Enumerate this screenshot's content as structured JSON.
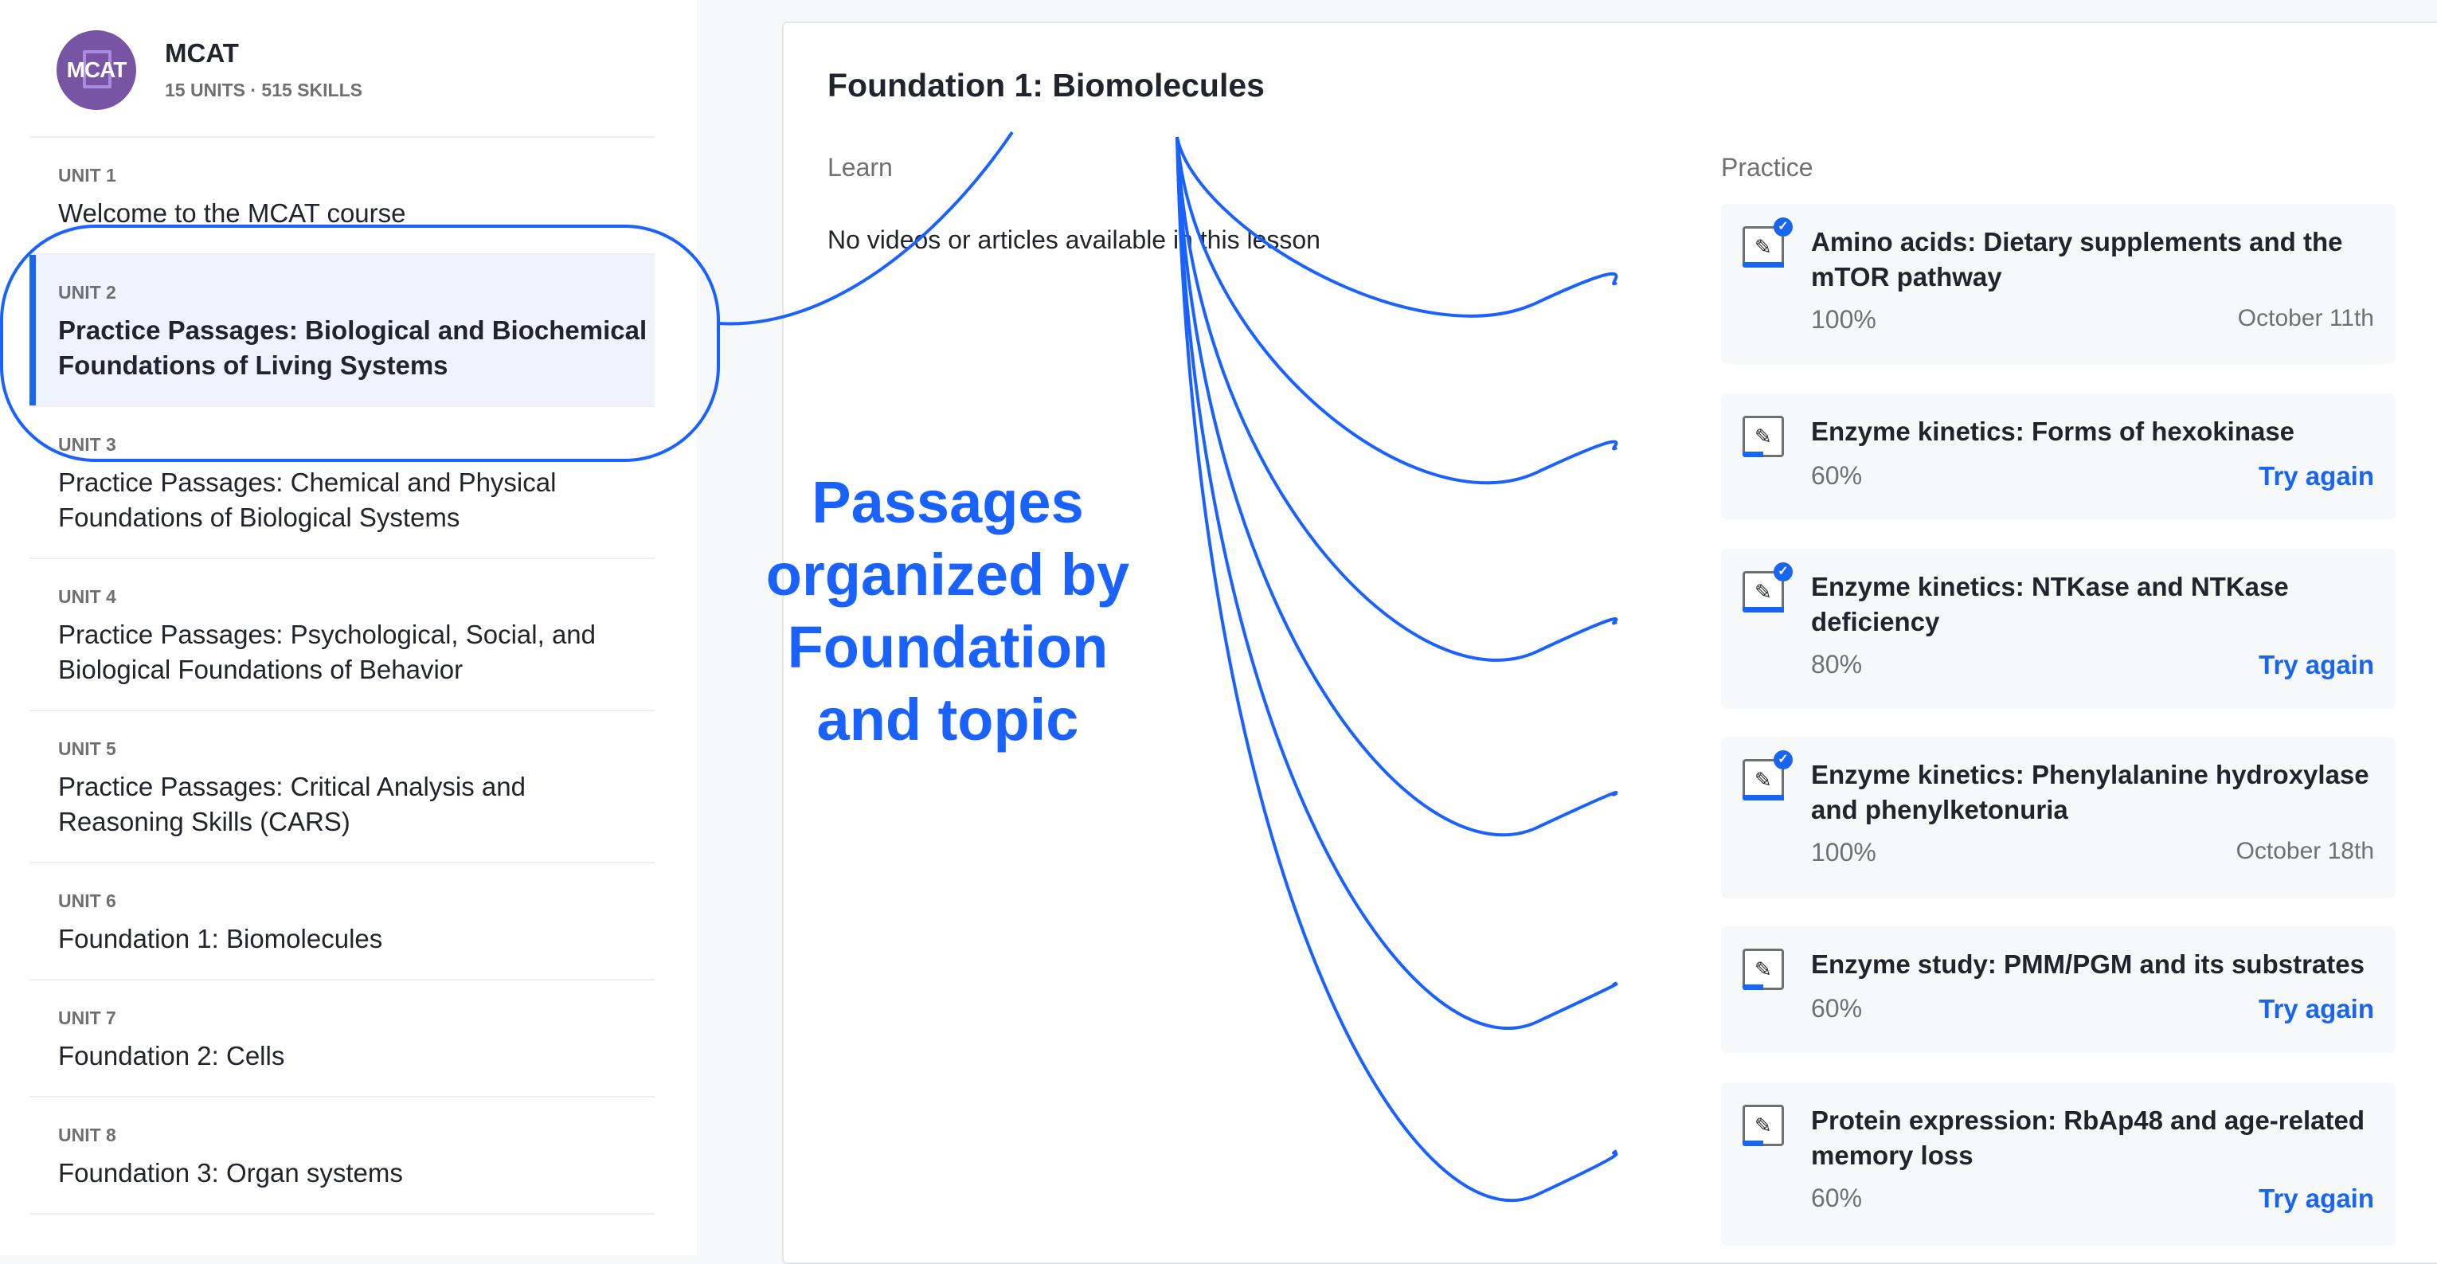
{
  "course": {
    "logo_text": "MCAT",
    "title": "MCAT",
    "subtitle": "15 UNITS · 515 SKILLS"
  },
  "units": [
    {
      "label": "UNIT 1",
      "title": "Welcome to the MCAT course"
    },
    {
      "label": "UNIT 2",
      "title": "Practice Passages: Biological and Biochemical Foundations of Living Systems",
      "selected": true
    },
    {
      "label": "UNIT 3",
      "title": "Practice Passages: Chemical and Physical Foundations of Biological Systems"
    },
    {
      "label": "UNIT 4",
      "title": "Practice Passages: Psychological, Social, and Biological Foundations of Behavior"
    },
    {
      "label": "UNIT 5",
      "title": "Practice Passages: Critical Analysis and Reasoning Skills (CARS)"
    },
    {
      "label": "UNIT 6",
      "title": "Foundation 1: Biomolecules"
    },
    {
      "label": "UNIT 7",
      "title": "Foundation 2: Cells"
    },
    {
      "label": "UNIT 8",
      "title": "Foundation 3: Organ systems"
    }
  ],
  "lesson": {
    "title": "Foundation 1: Biomolecules",
    "learn_heading": "Learn",
    "learn_empty": "No videos or articles available in this lesson",
    "practice_heading": "Practice"
  },
  "practice": [
    {
      "title": "Amino acids: Dietary supplements and the mTOR pathway",
      "score": "100%",
      "right": "October 11th",
      "mastered": true,
      "progress": 1.0
    },
    {
      "title": "Enzyme kinetics: Forms of hexokinase",
      "score": "60%",
      "right": "Try again",
      "mastered": false,
      "progress": 0.5
    },
    {
      "title": "Enzyme kinetics: NTKase and NTKase deficiency",
      "score": "80%",
      "right": "Try again",
      "mastered": true,
      "progress": 1.0
    },
    {
      "title": "Enzyme kinetics: Phenylalanine hydroxylase and phenylketonuria",
      "score": "100%",
      "right": "October 18th",
      "mastered": true,
      "progress": 1.0
    },
    {
      "title": "Enzyme study: PMM/PGM and its substrates",
      "score": "60%",
      "right": "Try again",
      "mastered": false,
      "progress": 0.5
    },
    {
      "title": "Protein expression: RbAp48 and age-related memory loss",
      "score": "60%",
      "right": "Try again",
      "mastered": false,
      "progress": 0.5
    }
  ],
  "annotation": {
    "text_lines": [
      "Passages",
      "organized by",
      "Foundation",
      "and topic"
    ],
    "color": "#1a62ff"
  },
  "colors": {
    "accent": "#1865f2",
    "selected_bg": "#eef3fe",
    "logo": "#7854a4"
  }
}
